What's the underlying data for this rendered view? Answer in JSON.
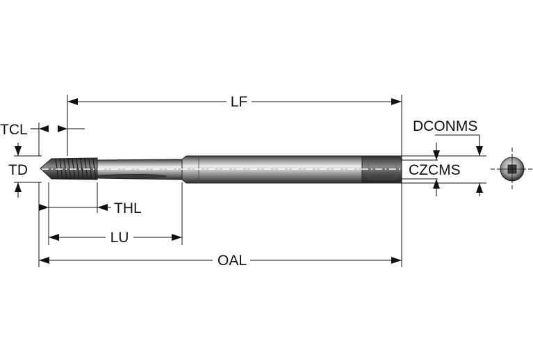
{
  "labels": {
    "lf": "LF",
    "oal": "OAL",
    "lu": "LU",
    "thl": "THL",
    "tcl": "TCL",
    "td": "TD",
    "dconms": "DCONMS",
    "czcms": "CZCMS"
  },
  "colors": {
    "line": "#111111",
    "tool_dark": "#2b2b2b",
    "tool_mid": "#8a8a8a",
    "tool_light": "#e6e6e6",
    "background": "#ffffff"
  }
}
